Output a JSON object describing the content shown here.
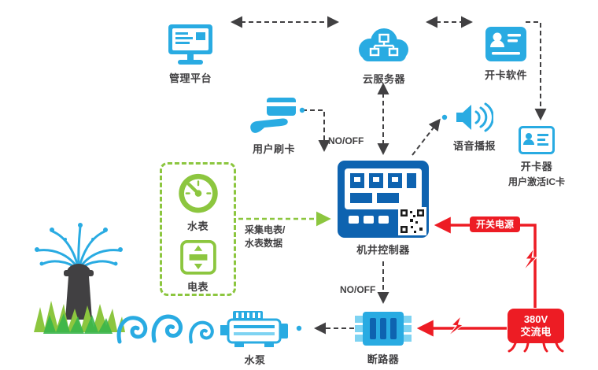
{
  "colors": {
    "blue": "#29abe2",
    "dark_blue": "#0e63b0",
    "light_blue": "#7ed3f2",
    "green": "#8cc63f",
    "dark_green": "#39b54a",
    "red": "#ed1c24",
    "text": "#414042"
  },
  "nodes": {
    "management_platform": {
      "label": "管理平台"
    },
    "cloud_server": {
      "label": "云服务器"
    },
    "card_software": {
      "label": "开卡软件"
    },
    "user_swipe_card": {
      "label": "用户刷卡"
    },
    "voice_broadcast": {
      "label": "语音播报"
    },
    "card_reader": {
      "label": "开卡器",
      "note": "用户激活IC卡"
    },
    "well_controller": {
      "label": "机井控制器"
    },
    "water_meter": {
      "label": "水表"
    },
    "electric_meter": {
      "label": "电表"
    },
    "water_pump": {
      "label": "水泵"
    },
    "circuit_breaker": {
      "label": "断路器"
    },
    "ac_power": {
      "line1": "380V",
      "line2": "交流电"
    }
  },
  "edges": {
    "no_off": "NO/OFF",
    "collect_data_line1": "采集电表/",
    "collect_data_line2": "水表数据",
    "switch_power": "开关电源"
  }
}
